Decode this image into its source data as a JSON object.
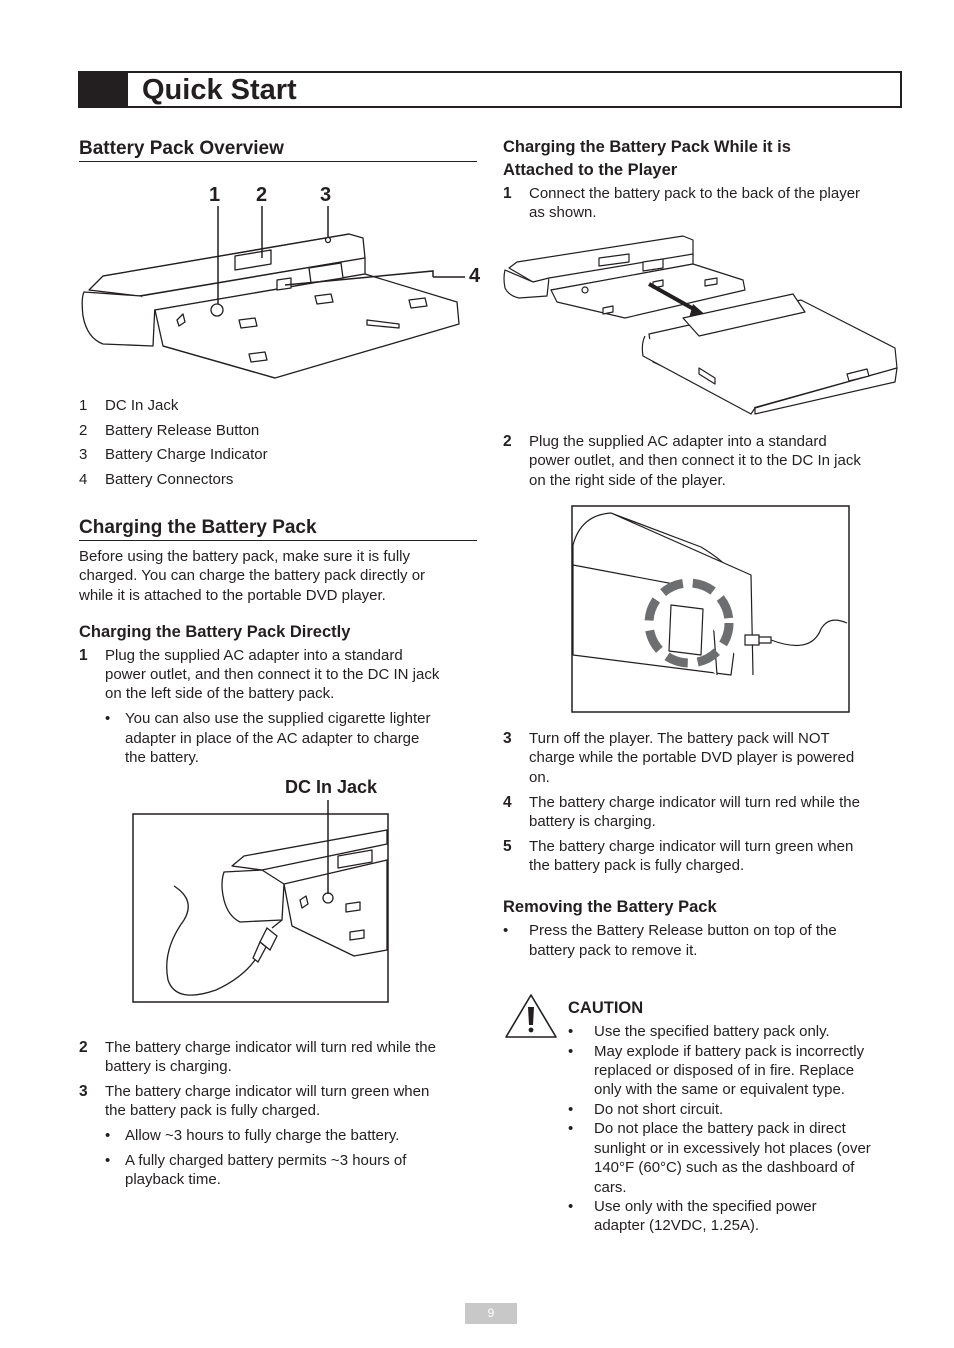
{
  "header": {
    "title": "Quick Start"
  },
  "overview": {
    "heading": "Battery Pack Overview",
    "callouts": [
      "1",
      "2",
      "3",
      "4"
    ],
    "legend": [
      {
        "num": "1",
        "text": "DC In Jack"
      },
      {
        "num": "2",
        "text": "Battery Release Button"
      },
      {
        "num": "3",
        "text": "Battery Charge Indicator"
      },
      {
        "num": "4",
        "text": "Battery Connectors"
      }
    ]
  },
  "charging": {
    "heading": "Charging the Battery Pack",
    "intro": [
      "Before using the battery pack, make sure it is fully",
      "charged. You can charge the battery pack directly or",
      "while it is attached to the portable DVD player."
    ],
    "directly": {
      "heading": "Charging the Battery Pack Directly",
      "step1_num": "1",
      "step1": [
        "Plug the supplied AC adapter into a standard",
        "power outlet, and then connect it to the DC IN jack",
        "on the left side of the battery pack."
      ],
      "bullet1": [
        "You can also use the supplied cigarette lighter",
        "adapter in place of the AC adapter to charge",
        "the battery."
      ],
      "figure_label": "DC In Jack",
      "step2_num": "2",
      "step2": [
        "The battery charge indicator will turn red while the",
        "battery is charging."
      ],
      "step3_num": "3",
      "step3": [
        "The battery charge indicator will turn green when",
        "the battery pack is fully charged."
      ],
      "bullet2": [
        "Allow ~3 hours to fully charge the battery."
      ],
      "bullet3": [
        "A fully charged battery permits ~3 hours of",
        "playback time."
      ]
    }
  },
  "attached": {
    "heading": [
      "Charging the Battery Pack While it is",
      "Attached to the Player"
    ],
    "step1_num": "1",
    "step1": [
      "Connect the battery pack to the back of the player",
      "as shown."
    ],
    "step2_num": "2",
    "step2": [
      "Plug the supplied AC adapter into a standard",
      "power outlet, and then connect it to the DC In jack",
      "on the right side of the player."
    ],
    "step3_num": "3",
    "step3": [
      "Turn off the player. The battery pack will NOT",
      "charge while the portable DVD player is powered",
      "on."
    ],
    "step4_num": "4",
    "step4": [
      "The battery charge indicator will turn red while the",
      "battery is charging."
    ],
    "step5_num": "5",
    "step5": [
      "The battery charge indicator will turn green when",
      "the battery pack is fully charged."
    ]
  },
  "removing": {
    "heading": "Removing the Battery Pack",
    "bullet": [
      "Press the Battery Release button on top of the",
      "battery pack to remove it."
    ]
  },
  "caution": {
    "title": "CAUTION",
    "items": [
      [
        "Use the specified battery pack only."
      ],
      [
        "May explode if battery pack is incorrectly",
        "replaced or disposed of in fire. Replace",
        "only with the same or equivalent type."
      ],
      [
        "Do not short circuit."
      ],
      [
        "Do not place the battery pack in direct",
        "sunlight or in excessively hot places (over",
        "140°F (60°C) such as the dashboard of",
        "cars."
      ],
      [
        "Use only with the specified power",
        "adapter (12VDC, 1.25A)."
      ]
    ]
  },
  "bullet_char": "•",
  "page_number": "9"
}
